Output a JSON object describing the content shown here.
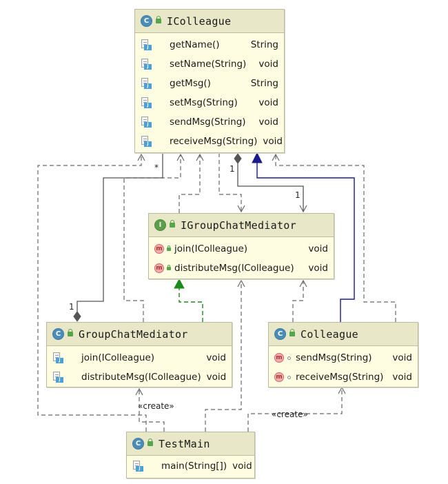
{
  "classes": {
    "icolleague": {
      "title": "IColleague",
      "kind_icon": "class-icon",
      "members": [
        {
          "name": "getName()",
          "type": "String"
        },
        {
          "name": "setName(String)",
          "type": "void"
        },
        {
          "name": "getMsg()",
          "type": "String"
        },
        {
          "name": "setMsg(String)",
          "type": "void"
        },
        {
          "name": "sendMsg(String)",
          "type": "void"
        },
        {
          "name": "receiveMsg(String)",
          "type": "void"
        }
      ]
    },
    "igroupchatmediator": {
      "title": "IGroupChatMediator",
      "kind_icon": "interface-icon",
      "members": [
        {
          "name": "join(IColleague)",
          "type": "void"
        },
        {
          "name": "distributeMsg(IColleague)",
          "type": "void"
        }
      ]
    },
    "groupchatmediator": {
      "title": "GroupChatMediator",
      "kind_icon": "class-icon",
      "members": [
        {
          "name": "join(IColleague)",
          "type": "void"
        },
        {
          "name": "distributeMsg(IColleague)",
          "type": "void"
        }
      ]
    },
    "colleague": {
      "title": "Colleague",
      "kind_icon": "class-icon",
      "members": [
        {
          "name": "sendMsg(String)",
          "type": "void"
        },
        {
          "name": "receiveMsg(String)",
          "type": "void"
        }
      ]
    },
    "testmain": {
      "title": "TestMain",
      "kind_icon": "class-icon",
      "members": [
        {
          "name": "main(String[])",
          "type": "void"
        }
      ]
    }
  },
  "edge_labels": {
    "mult_star": "*",
    "mult_one_a": "1",
    "mult_one_b": "1",
    "mult_one_c": "1",
    "create_a": "«create»",
    "create_b": "«create»"
  },
  "colors": {
    "box_fill": "#fefde2",
    "header_fill": "#e8e8c8",
    "dep_line": "#666666",
    "realization": "#1a8a1a",
    "generalization": "#1a1a8a",
    "composition": "#555555"
  }
}
